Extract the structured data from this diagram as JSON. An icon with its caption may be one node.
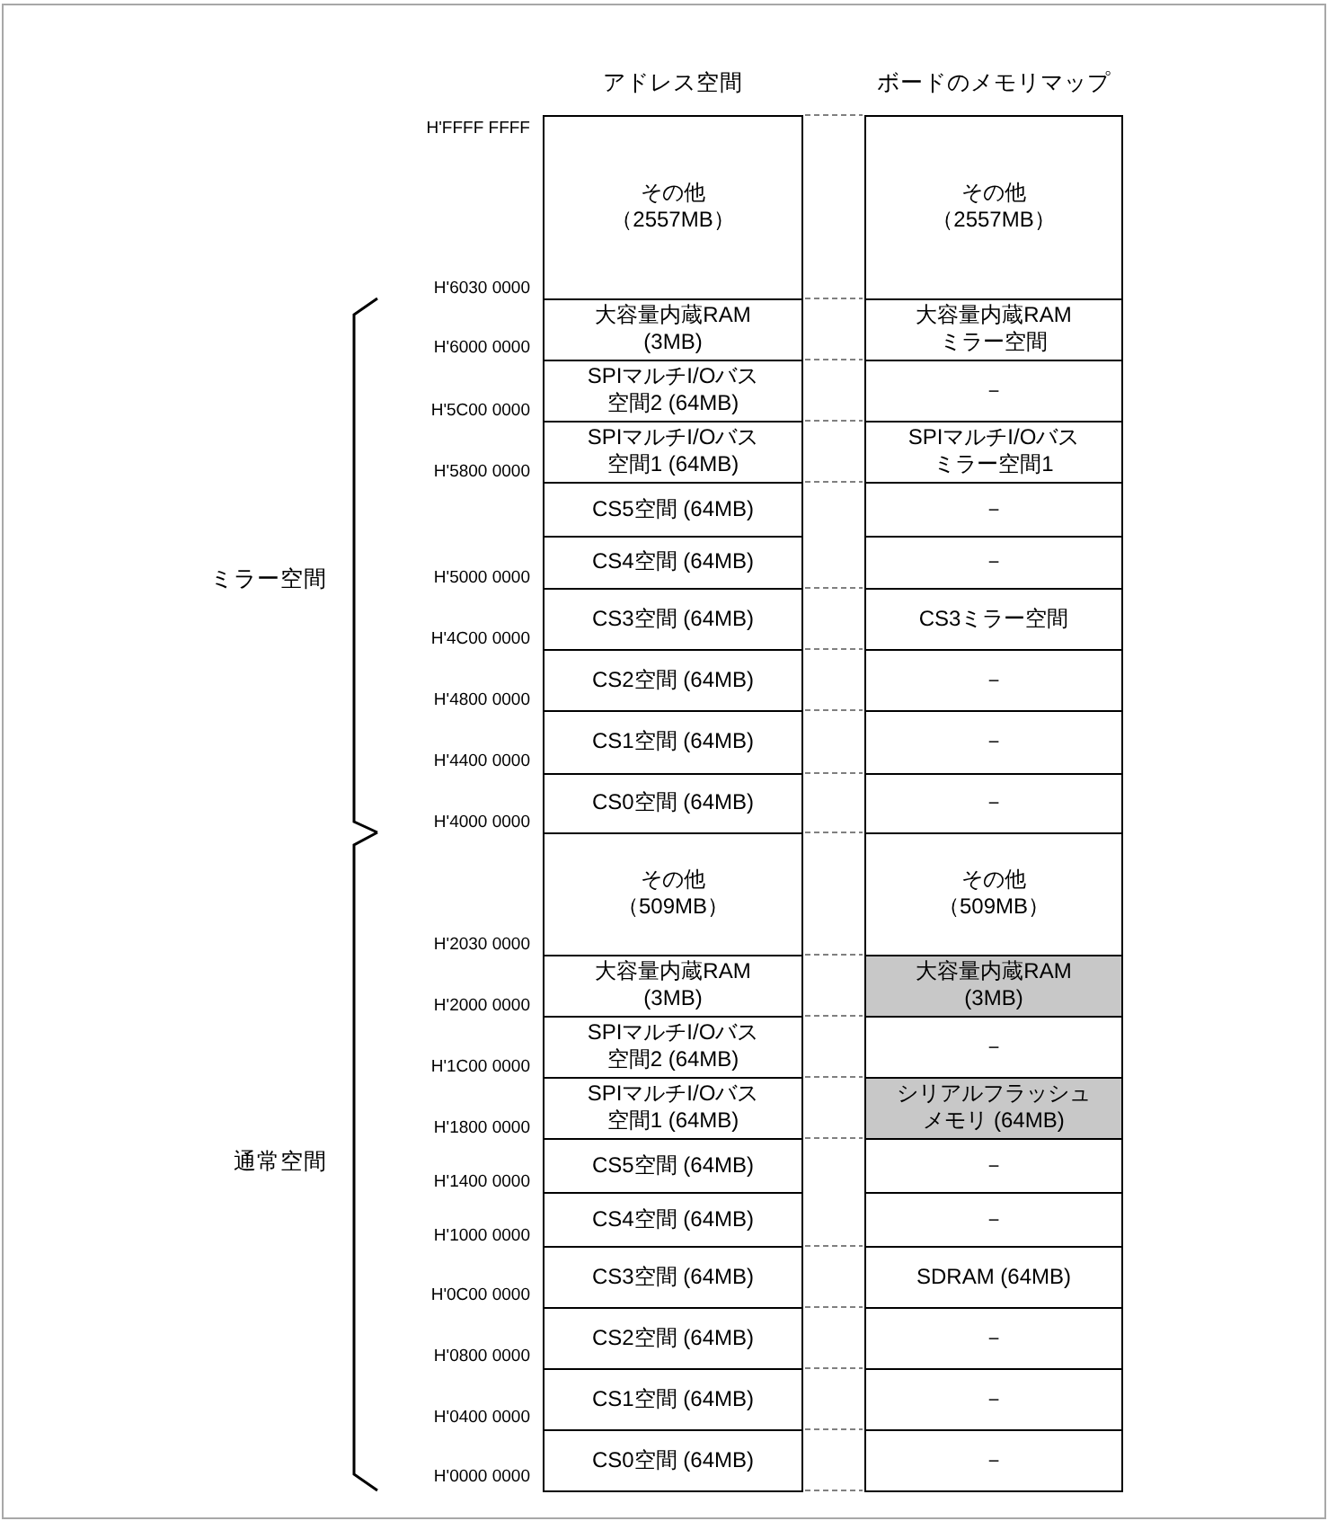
{
  "diagram": {
    "nodes": [
      {
        "text": [
          "アドレス空間"
        ]
      },
      {
        "text": [
          "その他（2557MB）"
        ],
        "in": 0
      },
      {
        "text": [
          "大容量内蔵RAM (3MB)"
        ],
        "in": 0
      },
      {
        "text": [
          "SPIマルチI/Oバス空間2 (64MB)"
        ],
        "in": 0
      },
      {
        "text": [
          "SPIマルチI/Oバス空間1 (64MB)"
        ],
        "in": 0
      },
      {
        "text": [
          "CS5空間 (64MB)"
        ],
        "in": 0
      },
      {
        "text": [
          "CS4空間 (64MB)"
        ],
        "in": 0
      },
      {
        "text": [
          "CS3空間 (64MB)"
        ],
        "in": 0
      },
      {
        "text": [
          "CS2空間 (64MB)"
        ],
        "in": 0
      },
      {
        "text": [
          "CS1空間 (64MB)"
        ],
        "in": 0
      },
      {
        "text": [
          "CS0空間 (64MB)"
        ],
        "in": 0
      },
      {
        "text": [
          "その他（509MB）"
        ],
        "in": 0
      },
      {
        "text": [
          "大容量内蔵RAM (3MB)"
        ],
        "in": 0
      },
      {
        "text": [
          "SPIマルチI/Oバス空間2 (64MB)"
        ],
        "in": 0
      },
      {
        "text": [
          "SPIマルチI/Oバス空間1 (64MB)"
        ],
        "in": 0
      },
      {
        "text": [
          "CS5空間 (64MB)"
        ],
        "in": 0
      },
      {
        "text": [
          "CS4空間 (64MB)"
        ],
        "in": 0
      },
      {
        "text": [
          "CS3空間 (64MB)"
        ],
        "in": 0
      },
      {
        "text": [
          "CS2空間 (64MB)"
        ],
        "in": 0
      },
      {
        "text": [
          "CS1空間 (64MB)"
        ],
        "in": 0
      },
      {
        "text": [
          "CS0空間 (64MB)"
        ],
        "in": 0
      },
      {
        "text": [
          "ボードのメモリマップ"
        ]
      },
      {
        "text": [
          "その他（2557MB）"
        ],
        "in": 21
      },
      {
        "text": [
          "大容量内蔵RAMミラー空間"
        ],
        "in": 21
      },
      {
        "text": [
          "－"
        ],
        "in": 21
      },
      {
        "text": [
          "SPIマルチI/Oバスミラー空間1"
        ],
        "in": 21
      },
      {
        "text": [
          "－"
        ],
        "in": 21
      },
      {
        "text": [
          "－"
        ],
        "in": 21
      },
      {
        "text": [
          "CS3ミラー空間"
        ],
        "in": 21
      },
      {
        "text": [
          "－"
        ],
        "in": 21
      },
      {
        "text": [
          "－"
        ],
        "in": 21
      },
      {
        "text": [
          "－"
        ],
        "in": 21
      },
      {
        "text": [
          "その他（509MB）"
        ],
        "in": 21
      },
      {
        "text": [
          "大容量内蔵RAM (3MB)"
        ],
        "in": 21
      },
      {
        "text": [
          "－"
        ],
        "in": 21
      },
      {
        "text": [
          "シリアルフラッシュメモリ (64MB)"
        ],
        "in": 21
      },
      {
        "text": [
          "－"
        ],
        "in": 21
      },
      {
        "text": [
          "－"
        ],
        "in": 21
      },
      {
        "text": [
          "SDRAM (64MB)"
        ],
        "in": 21
      },
      {
        "text": [
          "－"
        ],
        "in": 21
      },
      {
        "text": [
          "－"
        ],
        "in": 21
      },
      {
        "text": [
          "－"
        ],
        "in": 21
      }
    ],
    "labels": [
      "H'FFFF FFFF",
      "H'6030 0000",
      "H'6000 0000",
      "H'5C00 0000",
      "H'5800 0000",
      "ミラー空間",
      "H'5000 0000",
      "H'4C00 0000",
      "H'4800 0000",
      "H'4400 0000",
      "H'4000 0000",
      "H'2030 0000",
      "H'2000 0000",
      "H'1C00 0000",
      "H'1800 0000",
      "通常空間",
      "H'1400 0000",
      "H'1000 0000",
      "H'0C00 0000",
      "H'0800 0000",
      "H'0400 0000",
      "H'0000 0000"
    ]
  }
}
